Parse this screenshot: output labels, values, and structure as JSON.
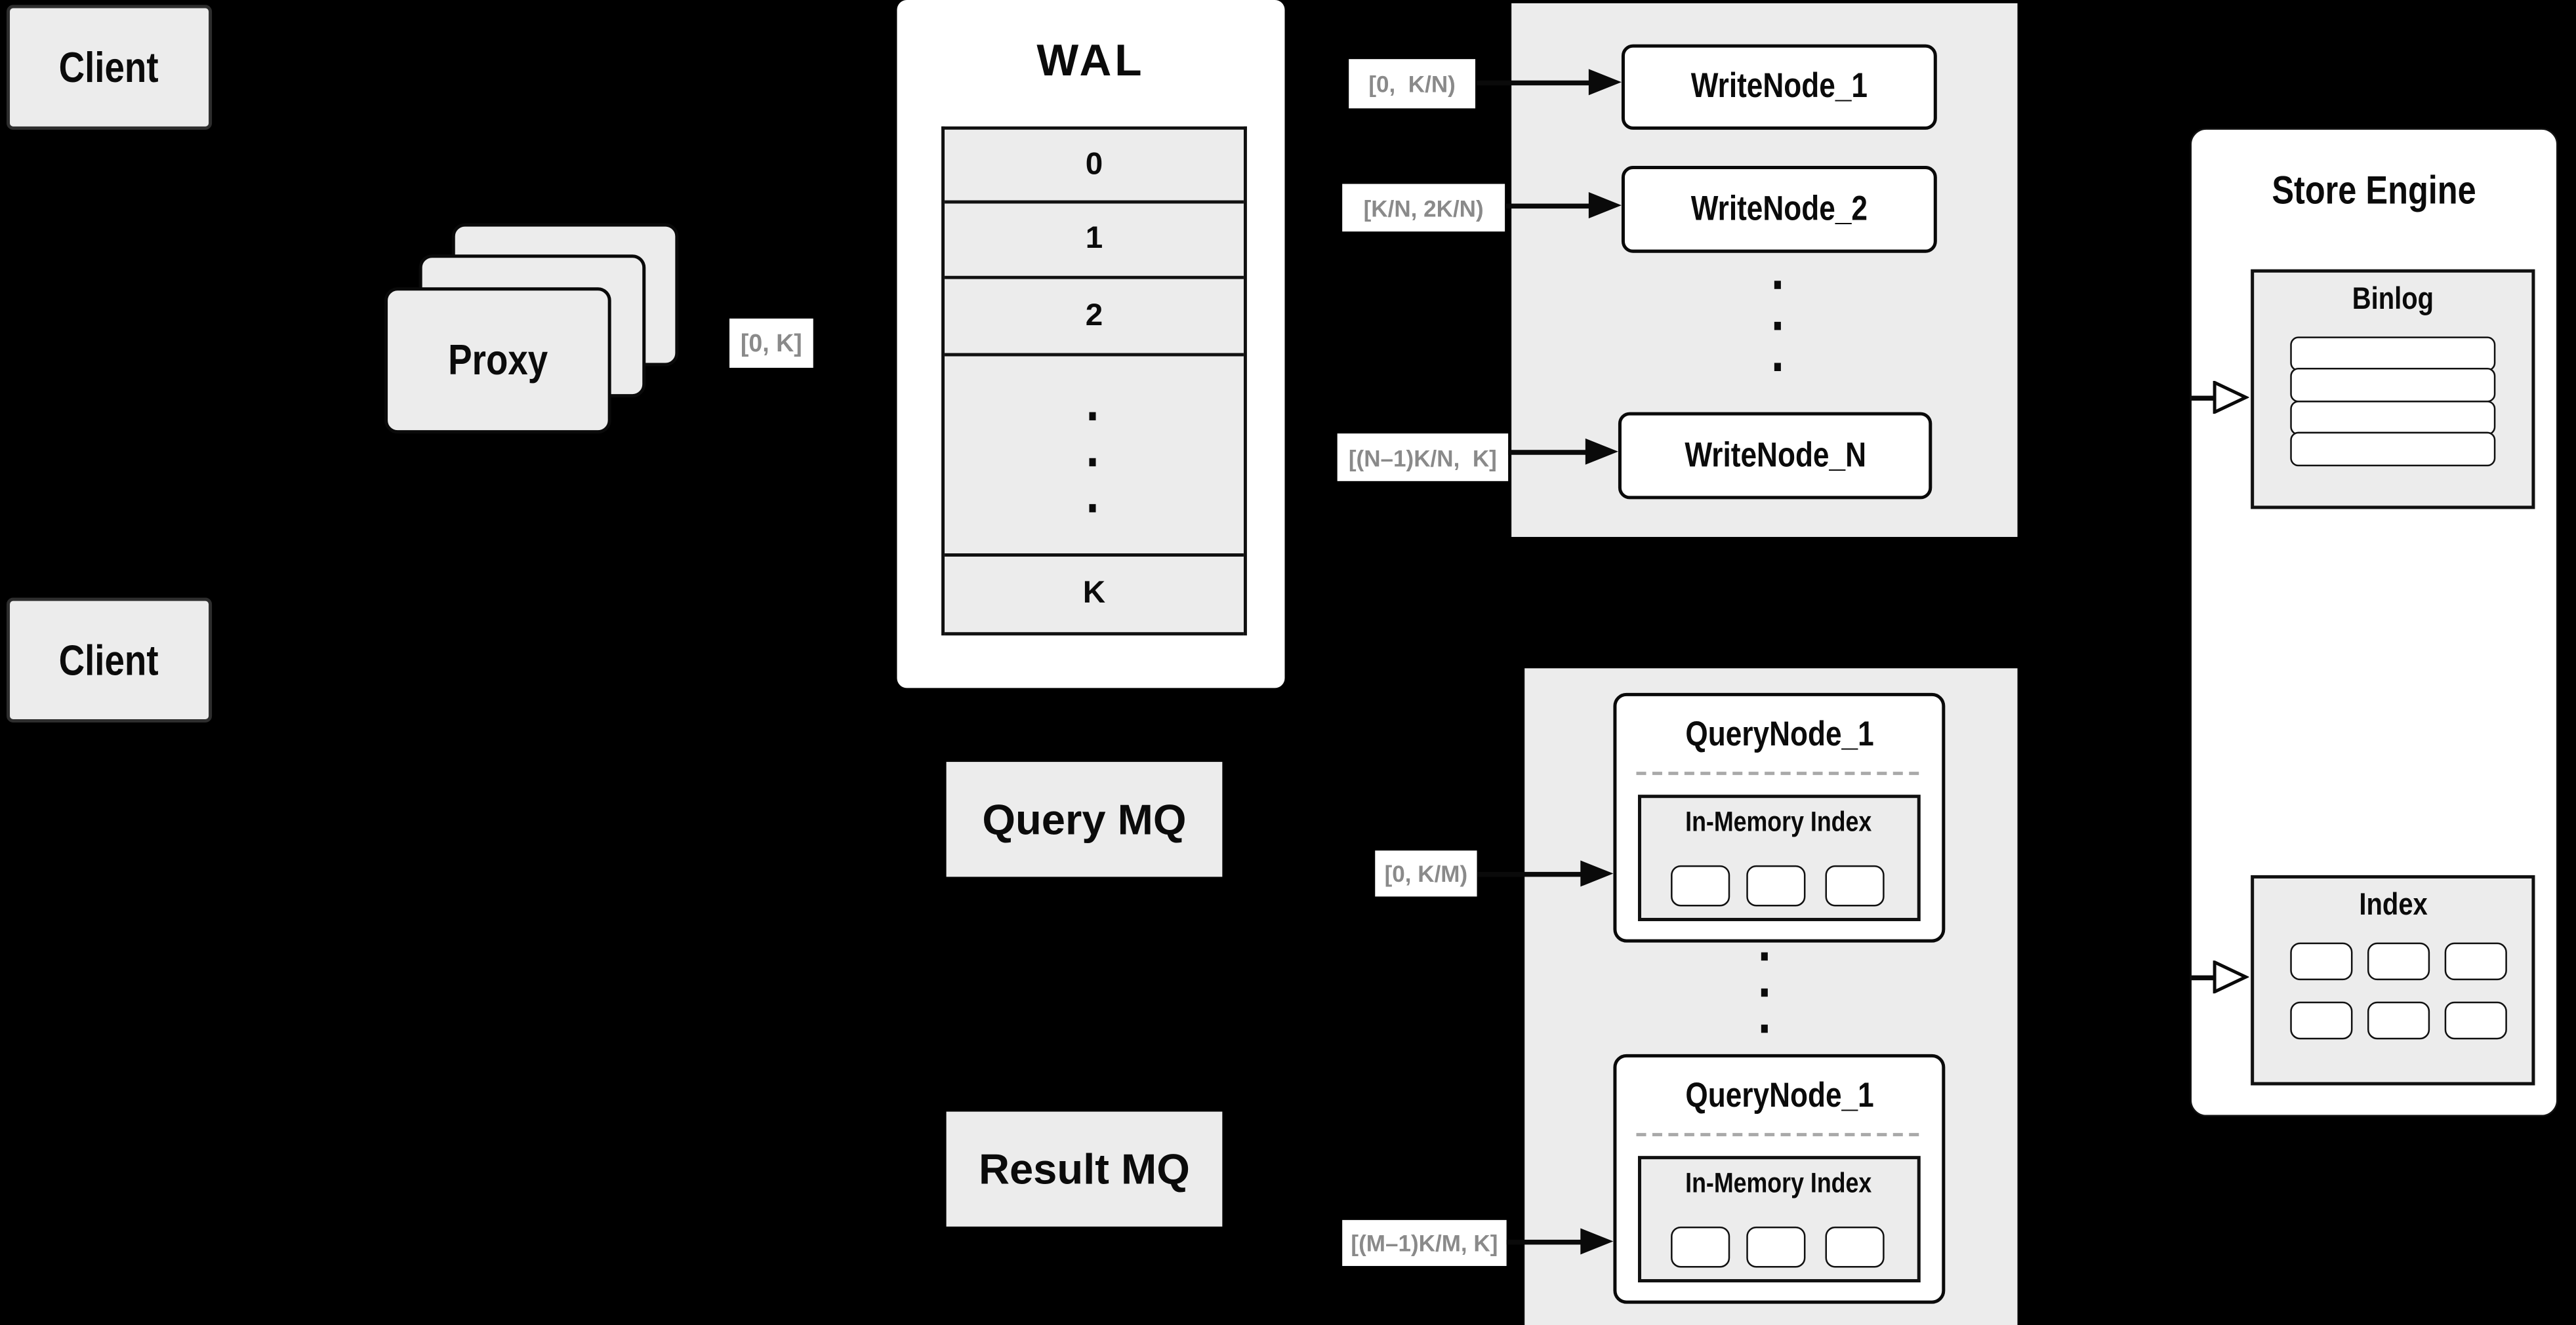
{
  "colors": {
    "background": "#000000",
    "panel_gray": "#ececec",
    "box_white": "#ffffff",
    "border_black": "#0a0a0a",
    "range_label_text": "#8a8a8a"
  },
  "clients": {
    "top_label": "Client",
    "bottom_label": "Client"
  },
  "proxy": {
    "label": "Proxy",
    "range": "[0, K]"
  },
  "wal": {
    "title": "WAL",
    "rows": [
      "0",
      "1",
      "2"
    ],
    "last_row": "K"
  },
  "write_section": {
    "nodes": [
      {
        "range": "[0,  K/N)",
        "label": "WriteNode_1"
      },
      {
        "range": "[K/N, 2K/N)",
        "label": "WriteNode_2"
      },
      {
        "range": "[(N–1)K/N,  K]",
        "label": "WriteNode_N"
      }
    ]
  },
  "mq": {
    "query": "Query MQ",
    "result": "Result MQ"
  },
  "query_section": {
    "nodes": [
      {
        "range": "[0, K/M)",
        "label": "QueryNode_1",
        "memory_title": "In-Memory Index"
      },
      {
        "range": "[(M–1)K/M, K]",
        "label": "QueryNode_1",
        "memory_title": "In-Memory Index"
      }
    ]
  },
  "store_engine": {
    "title": "Store Engine",
    "binlog_title": "Binlog",
    "index_title": "Index"
  }
}
